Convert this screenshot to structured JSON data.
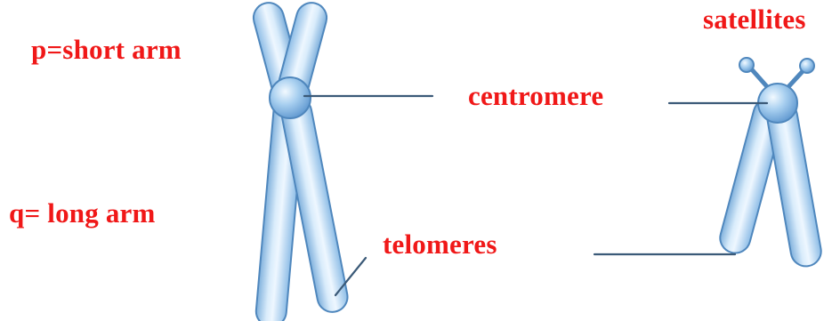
{
  "labels": {
    "short_arm": "p=short arm",
    "long_arm": "q= long arm",
    "centromere": "centromere",
    "telomeres": "telomeres",
    "satellites": "satellites"
  },
  "colors": {
    "label_text": "#f01818",
    "chromosome_fill": "#b3d6f2",
    "chromosome_highlight": "#e9f4fd",
    "chromosome_outline": "#4f87bd",
    "centromere_fill": "#8fc1ea",
    "pointer_line": "#3b5a78"
  }
}
